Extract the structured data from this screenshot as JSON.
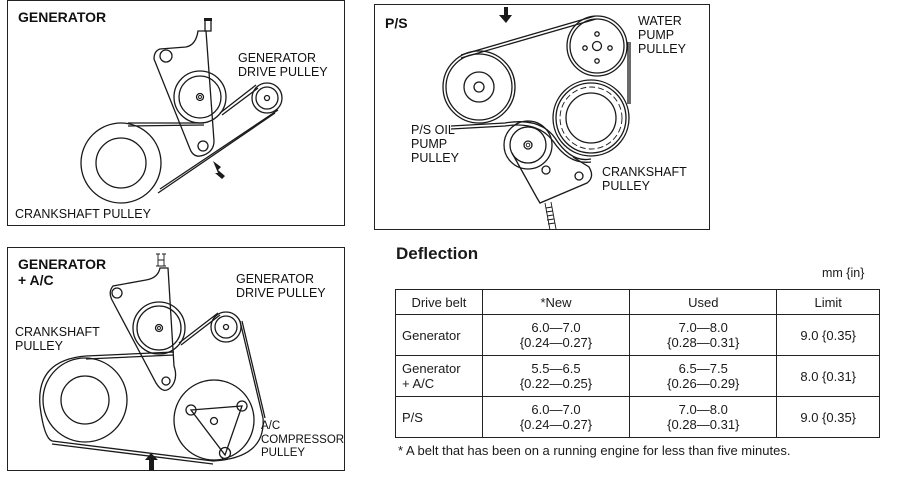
{
  "panels": {
    "generator": {
      "title": "GENERATOR",
      "labels": {
        "drive_pulley": "GENERATOR\nDRIVE PULLEY",
        "crankshaft": "CRANKSHAFT PULLEY"
      },
      "icons": [
        "belt-diagram",
        "deflection-arrow-icon"
      ]
    },
    "power_steering": {
      "title": "P/S",
      "labels": {
        "water_pump": "WATER\nPUMP\nPULLEY",
        "oil_pump": "P/S OIL\nPUMP\nPULLEY",
        "crankshaft": "CRANKSHAFT\nPULLEY"
      },
      "icons": [
        "belt-diagram",
        "deflection-arrow-icon"
      ]
    },
    "generator_ac": {
      "title_line1": "GENERATOR",
      "title_line2": "+ A/C",
      "labels": {
        "drive_pulley": "GENERATOR\nDRIVE PULLEY",
        "crankshaft": "CRANKSHAFT\nPULLEY",
        "compressor": "A/C\nCOMPRESSOR\nPULLEY"
      },
      "icons": [
        "belt-diagram",
        "deflection-arrow-icon"
      ]
    }
  },
  "deflection": {
    "title": "Deflection",
    "units": "mm {in}",
    "columns": [
      "Drive belt",
      "*New",
      "Used",
      "Limit"
    ],
    "rows": [
      {
        "belt": "Generator",
        "new_mm": "6.0—7.0",
        "new_in": "{0.24—0.27}",
        "used_mm": "7.0—8.0",
        "used_in": "{0.28—0.31}",
        "limit": "9.0 {0.35}"
      },
      {
        "belt_line1": "Generator",
        "belt_line2": "+ A/C",
        "new_mm": "5.5—6.5",
        "new_in": "{0.22—0.25}",
        "used_mm": "6.5—7.5",
        "used_in": "{0.26—0.29}",
        "limit": "8.0 {0.31}"
      },
      {
        "belt": "P/S",
        "new_mm": "6.0—7.0",
        "new_in": "{0.24—0.27}",
        "used_mm": "7.0—8.0",
        "used_in": "{0.28—0.31}",
        "limit": "9.0 {0.35}"
      }
    ],
    "footnote": "*  A belt that has been on a running engine for less than five minutes."
  }
}
